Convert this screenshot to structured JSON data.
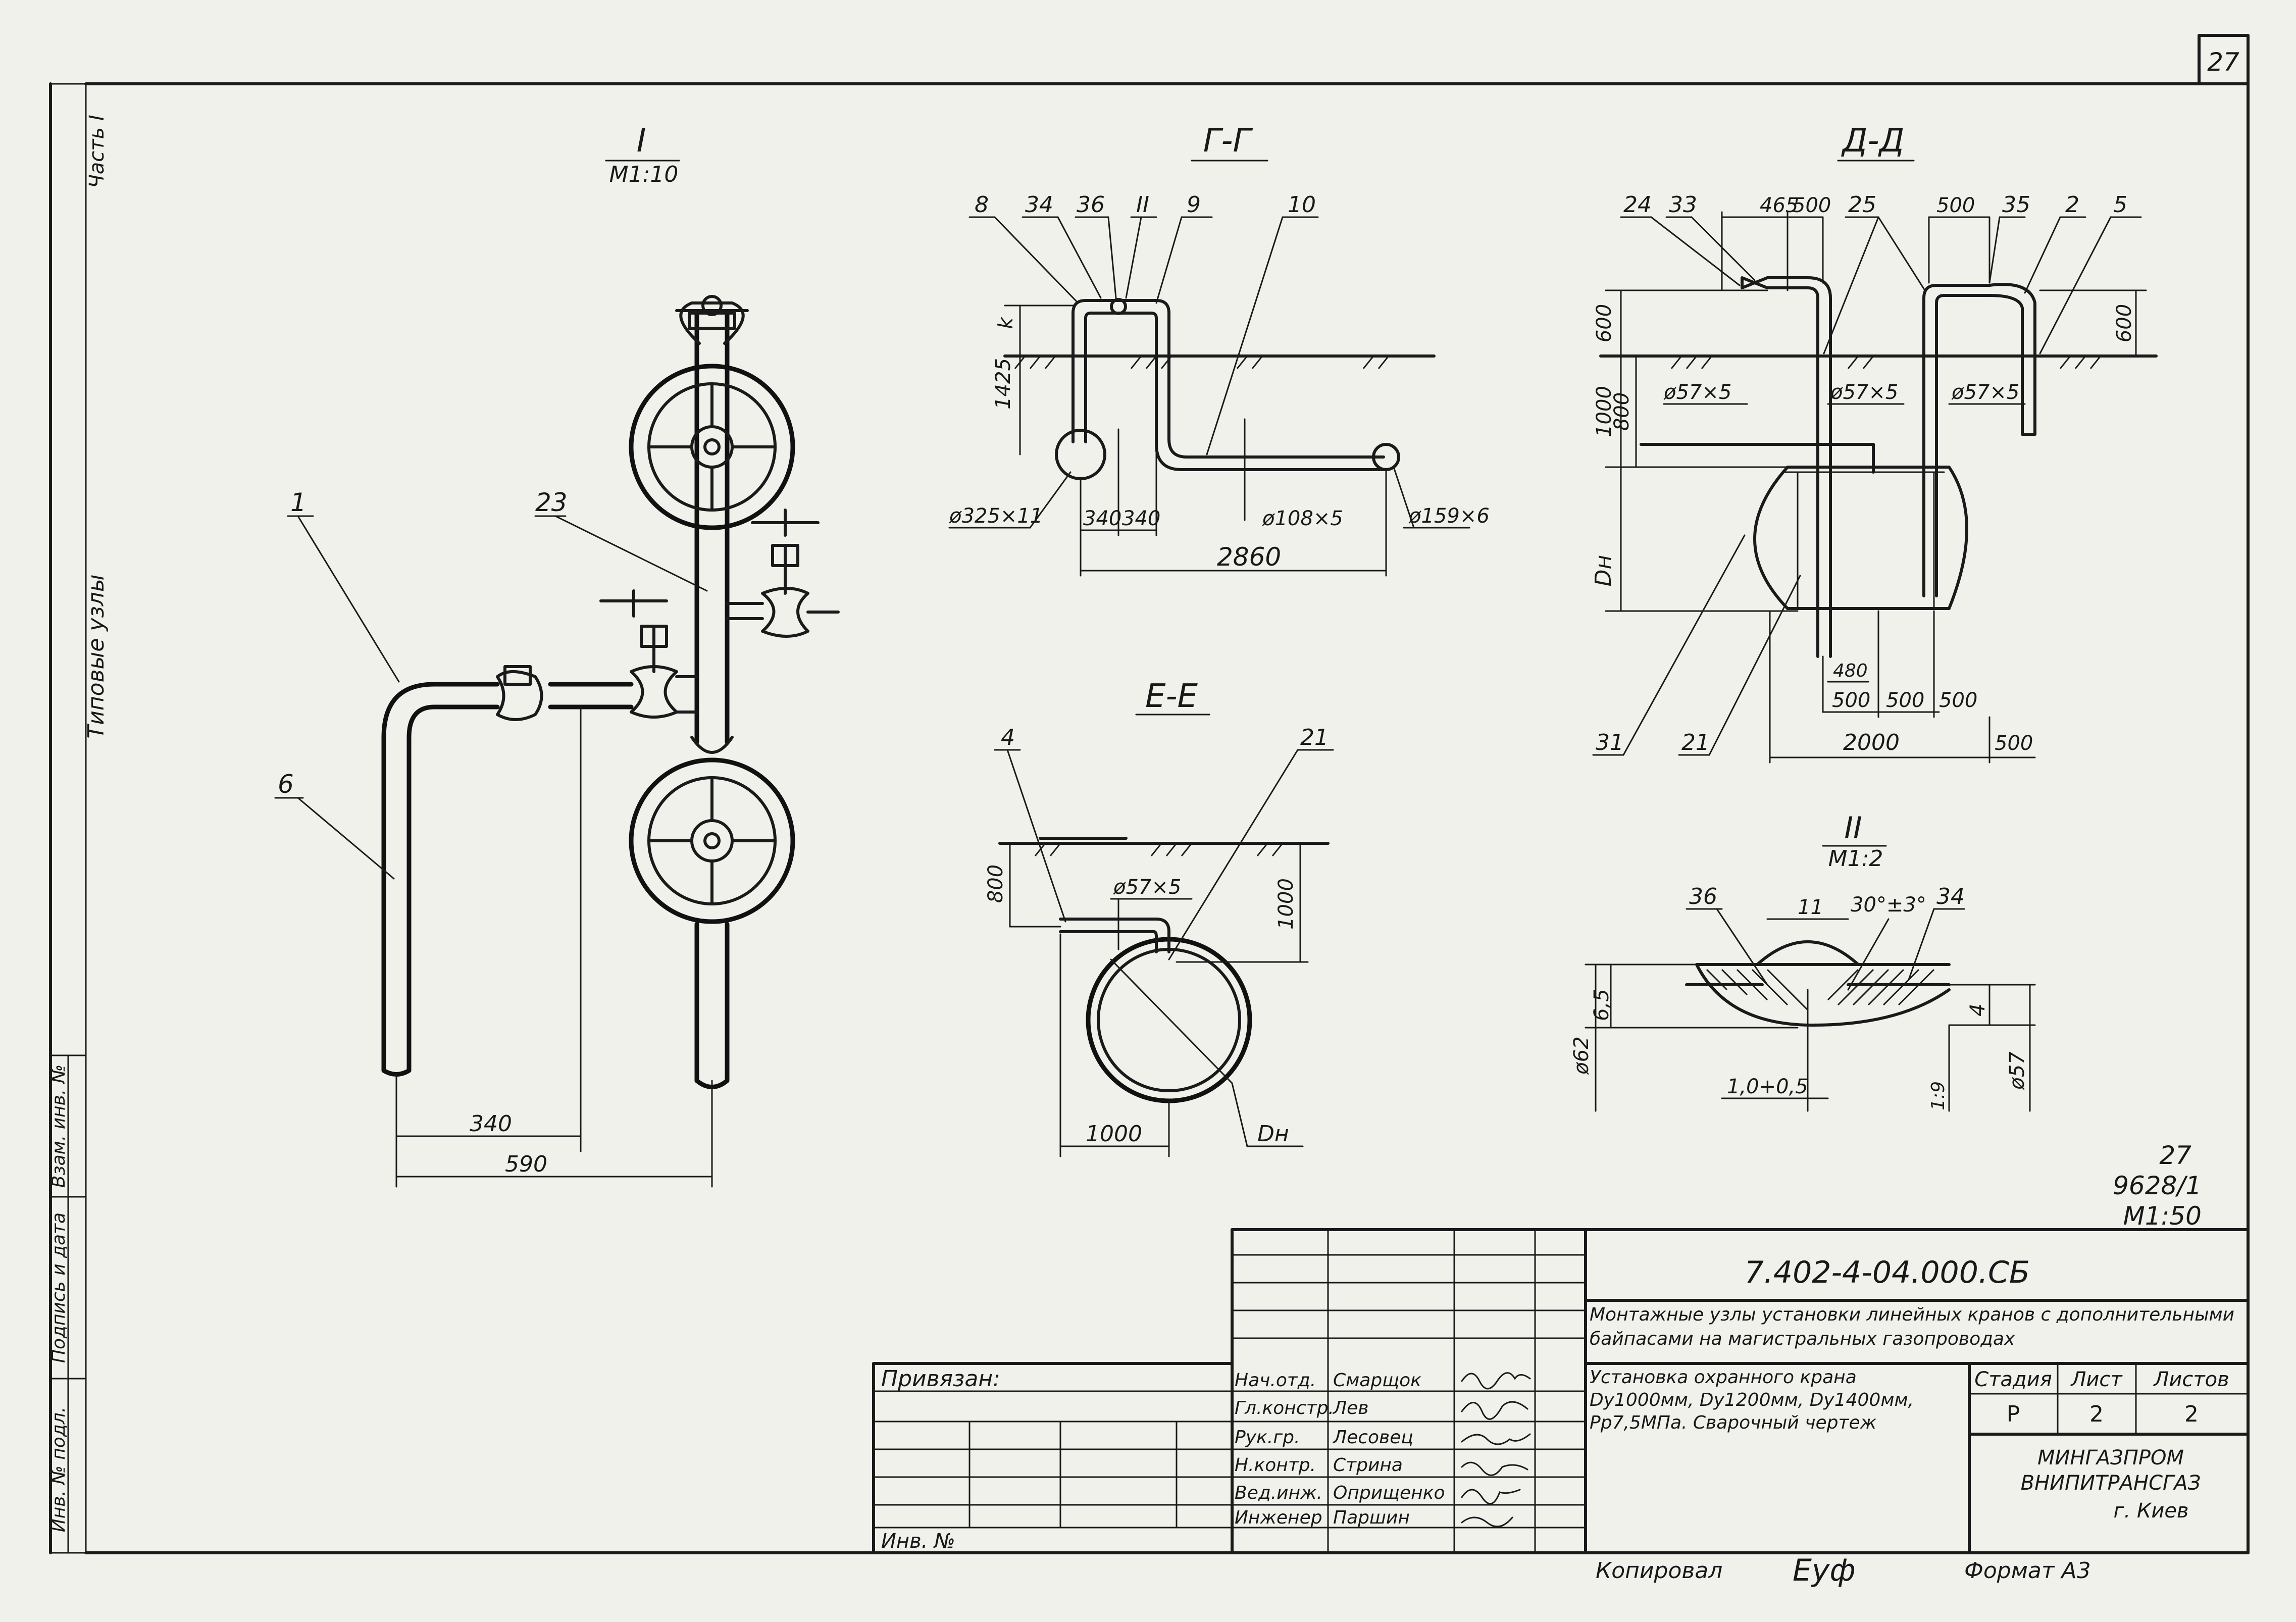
{
  "sheet": {
    "page_number": "27",
    "side_stamp": {
      "part": "Часть I",
      "section": "Типовые узлы",
      "stamp_fields": [
        "Инв. № подл.",
        "Подпись и дата",
        "Взам. инв. №"
      ]
    },
    "views": {
      "view1": {
        "title": "I",
        "scale": "М1:10",
        "callouts": [
          "1",
          "6",
          "23"
        ],
        "dims": [
          "340",
          "590"
        ]
      },
      "view_gg": {
        "title": "Г-Г",
        "callouts": [
          "8",
          "34",
          "36",
          "II",
          "9",
          "10"
        ],
        "dims": [
          "1425",
          "k",
          "340",
          "340",
          "2860",
          "ø325×11",
          "ø108×5",
          "ø159×6"
        ]
      },
      "view_dd": {
        "title": "Д-Д",
        "callouts": [
          "24",
          "33",
          "25",
          "35",
          "2",
          "5",
          "31",
          "21"
        ],
        "dims": [
          "465",
          "500",
          "500",
          "600",
          "600",
          "1000",
          "800",
          "ø57×5",
          "ø57×5",
          "ø57×5",
          "Dн",
          "480",
          "500",
          "500",
          "500",
          "2000",
          "500"
        ]
      },
      "view_ee": {
        "title": "Е-Е",
        "callouts": [
          "4",
          "21"
        ],
        "dims": [
          "800",
          "ø57×5",
          "1000",
          "1000",
          "Dн"
        ]
      },
      "view2": {
        "title": "II",
        "scale": "М1:2",
        "callouts": [
          "36",
          "34"
        ],
        "dims": [
          "11",
          "30°±3°",
          "6,5",
          "4",
          "ø62",
          "ø57",
          "1,0+0,5",
          "1:9"
        ]
      }
    },
    "side_note": {
      "line1": "27",
      "line2": "9628/1",
      "line3": "М1:50"
    },
    "title_block": {
      "document_code": "7.402-4-04.000.СБ",
      "title": "Монтажные узлы установки линейных кранов с дополнительными байпасами на магистральных газопроводах",
      "subtitle": "Установка охранного крана Dу1000мм, Dу1200мм, Dу1400мм, Pр7,5МПа. Сварочный чертеж",
      "bound_label": "Привязан:",
      "inv_label": "Инв. №",
      "staff": [
        {
          "role": "Нач.отд.",
          "name": "Смарщок"
        },
        {
          "role": "Гл.констр.",
          "name": "Лев"
        },
        {
          "role": "Рук.гр.",
          "name": "Лесовец"
        },
        {
          "role": "Н.контр.",
          "name": "Стрина"
        },
        {
          "role": "Вед.инж.",
          "name": "Оприщенко"
        },
        {
          "role": "Инженер",
          "name": "Паршин"
        }
      ],
      "stage_header": "Стадия",
      "sheet_header": "Лист",
      "sheets_header": "Листов",
      "stage": "Р",
      "sheet": "2",
      "sheets": "2",
      "org_line1": "МИНГАЗПРОМ",
      "org_line2": "ВНИПИТРАНСГАЗ",
      "org_line3": "г. Киев"
    },
    "footer": {
      "copied_label": "Копировал",
      "copied_sign": "Еуф",
      "format_label": "Формат А3"
    }
  }
}
